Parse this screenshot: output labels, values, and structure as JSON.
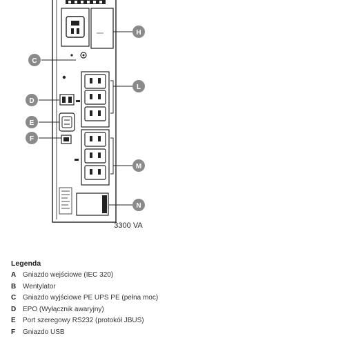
{
  "caption": "3300 VA",
  "callouts": {
    "H": "H",
    "C": "C",
    "L": "L",
    "D": "D",
    "E": "E",
    "F": "F",
    "M": "M",
    "N": "N"
  },
  "legend": {
    "title": "Legenda",
    "items": [
      {
        "key": "A",
        "text": "Gniazdo wejściowe (IEC 320)"
      },
      {
        "key": "B",
        "text": "Wentylator"
      },
      {
        "key": "C",
        "text": "Gniazdo wyjściowe PE UPS PE (pełna moc)"
      },
      {
        "key": "D",
        "text": "EPO (Wyłącznik awaryjny)"
      },
      {
        "key": "E",
        "text": "Port szeregowy RS232 (protokół JBUS)"
      },
      {
        "key": "F",
        "text": "Gniazdo USB"
      }
    ]
  },
  "colors": {
    "callout": "#8a8a8a",
    "line": "#222222"
  }
}
